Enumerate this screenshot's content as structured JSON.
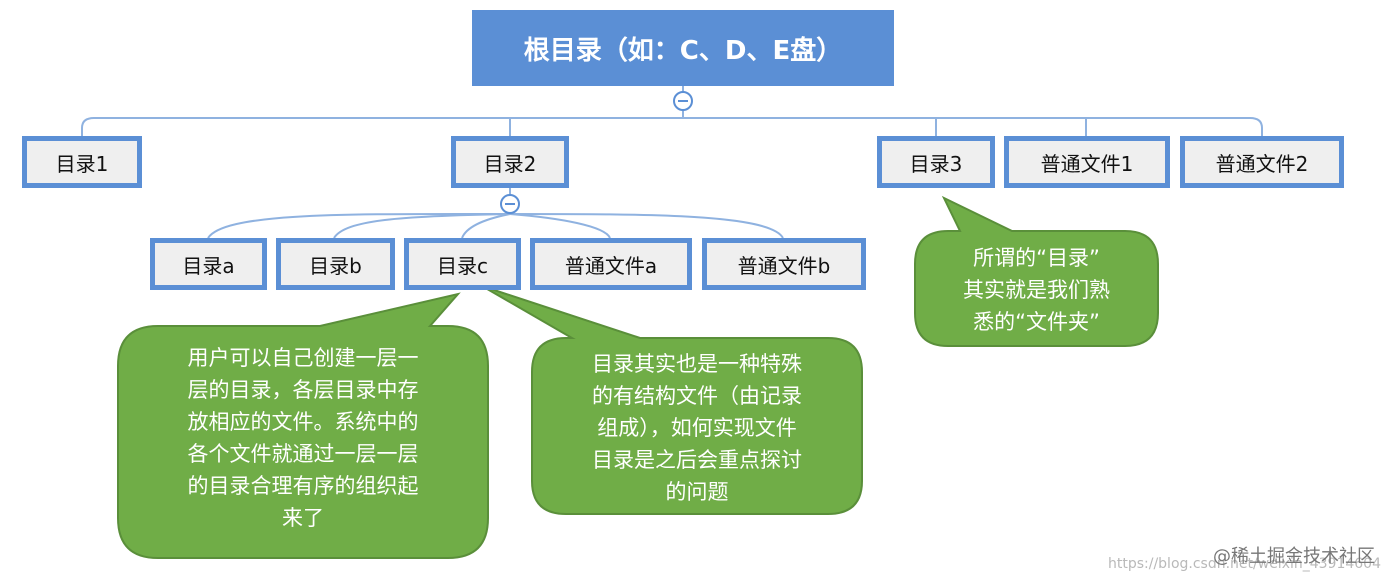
{
  "diagram": {
    "root": {
      "label": "根目录（如：C、D、E盘）"
    },
    "level1": [
      {
        "label": "目录1"
      },
      {
        "label": "目录2"
      },
      {
        "label": "目录3"
      },
      {
        "label": "普通文件1"
      },
      {
        "label": "普通文件2"
      }
    ],
    "level2": [
      {
        "label": "目录a"
      },
      {
        "label": "目录b"
      },
      {
        "label": "目录c"
      },
      {
        "label": "普通文件a"
      },
      {
        "label": "普通文件b"
      }
    ],
    "callouts": {
      "user_dirs": {
        "lines": [
          "用户可以自己创建一层一",
          "层的目录，各层目录中存",
          "放相应的文件。系统中的",
          "各个文件就通过一层一层",
          "的目录合理有序的组织起",
          "来了"
        ]
      },
      "dir_is_file": {
        "lines": [
          "目录其实也是一种特殊",
          "的有结构文件（由记录",
          "组成），如何实现文件",
          "目录是之后会重点探讨",
          "的问题"
        ]
      },
      "folder": {
        "lines": [
          "所谓的“目录”",
          "其实就是我们熟",
          "悉的“文件夹”"
        ]
      }
    },
    "watermark": {
      "url": "https://blog.csdn.net/weixin_43914604",
      "brand": "@稀土掘金技术社区"
    },
    "colors": {
      "node_border": "#5b8fd5",
      "root_fill": "#5b8fd5",
      "node_fill": "#efefef",
      "connector": "#8fb2e0",
      "callout_fill": "#70ad47",
      "callout_border": "#5a8f3a"
    }
  }
}
